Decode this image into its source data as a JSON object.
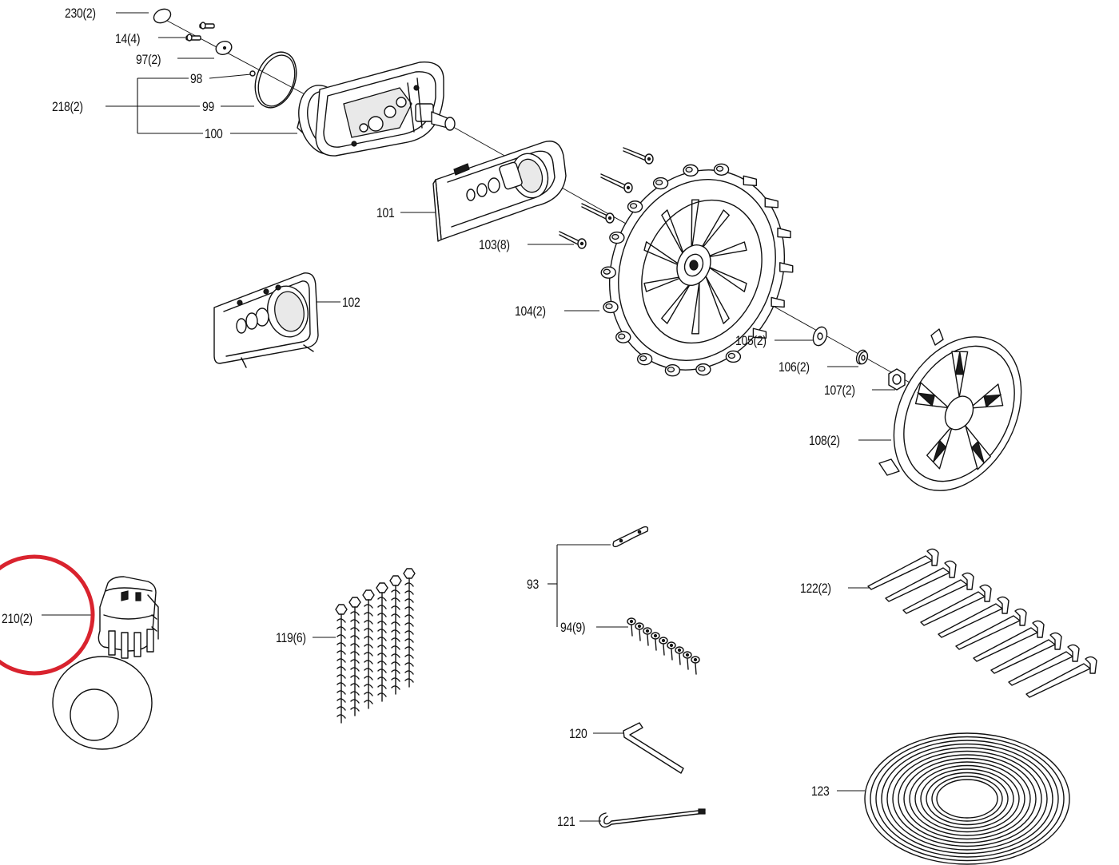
{
  "labels": {
    "p230": "230(2)",
    "p14": "14(4)",
    "p97": "97(2)",
    "p98": "98",
    "p218": "218(2)",
    "p99": "99",
    "p100": "100",
    "p101": "101",
    "p103": "103(8)",
    "p102": "102",
    "p104": "104(2)",
    "p105": "105(2)",
    "p106": "106(2)",
    "p107": "107(2)",
    "p108": "108(2)",
    "p210": "210(2)",
    "p119": "119(6)",
    "p93": "93",
    "p94": "94(9)",
    "p122": "122(2)",
    "p120": "120",
    "p121": "121",
    "p123": "123"
  },
  "highlight": {
    "color": "#d9232e",
    "target": "210(2)"
  }
}
